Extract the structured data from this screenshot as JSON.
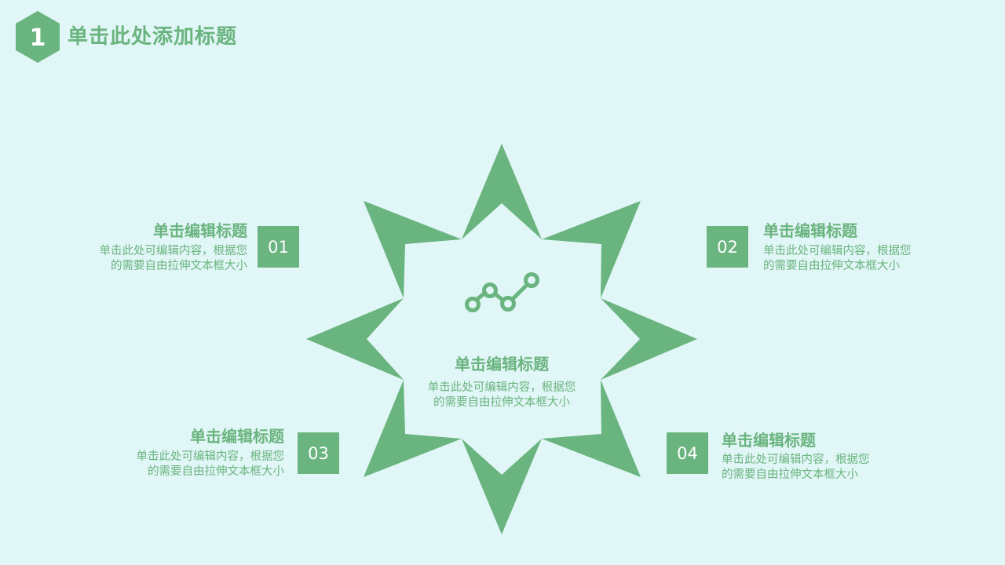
{
  "header": {
    "badge_number": "1",
    "title": "单击此处添加标题"
  },
  "center": {
    "icon": "line-chart-icon",
    "title": "单击编辑标题",
    "desc_line1": "单击此处可编辑内容，根据您",
    "desc_line2": "的需要自由拉伸文本框大小"
  },
  "items": [
    {
      "number": "01",
      "title": "单击编辑标题",
      "desc_line1": "单击此处可编辑内容，根据您",
      "desc_line2": "的需要自由拉伸文本框大小"
    },
    {
      "number": "02",
      "title": "单击编辑标题",
      "desc_line1": "单击此处可编辑内容，根据您",
      "desc_line2": "的需要自由拉伸文本框大小"
    },
    {
      "number": "03",
      "title": "单击编辑标题",
      "desc_line1": "单击此处可编辑内容，根据您",
      "desc_line2": "的需要自由拉伸文本框大小"
    },
    {
      "number": "04",
      "title": "单击编辑标题",
      "desc_line1": "单击此处可编辑内容，根据您",
      "desc_line2": "的需要自由拉伸文本框大小"
    }
  ],
  "colors": {
    "background": "#e1f6f6",
    "accent": "#6ab47f",
    "text_on_accent": "#ffffff"
  }
}
